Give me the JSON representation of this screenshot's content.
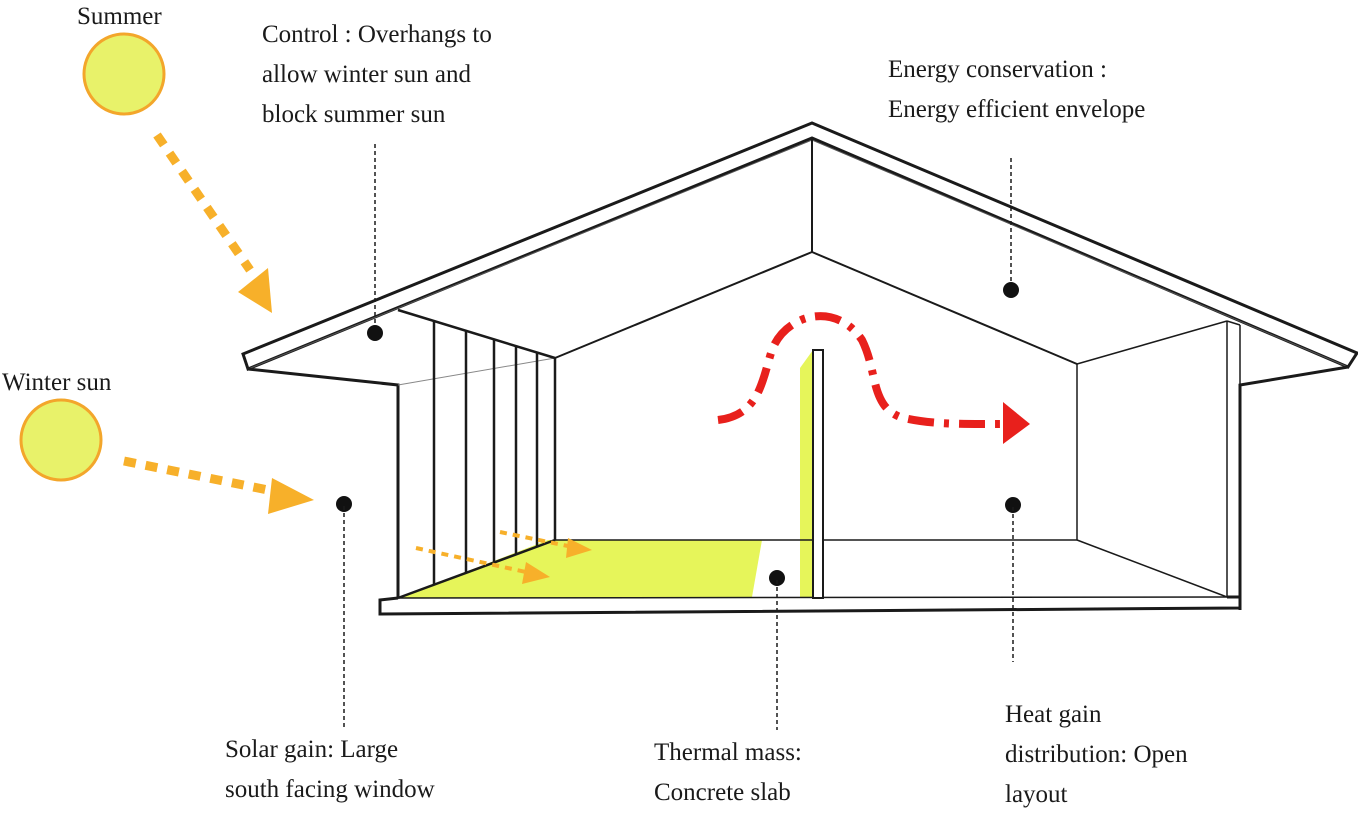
{
  "labels": {
    "summer": "Summer",
    "winter_sun": "Winter sun",
    "control": [
      "Control : Overhangs to",
      "allow winter sun and",
      "block summer sun"
    ],
    "energy": [
      "Energy conservation :",
      "Energy efficient envelope"
    ],
    "solar": [
      "Solar gain: Large",
      "south facing window"
    ],
    "thermal": [
      "Thermal mass:",
      "Concrete slab"
    ],
    "heat": [
      "Heat gain",
      "distribution: Open",
      "layout"
    ]
  },
  "colors": {
    "sun_fill": "#e8f26a",
    "sun_stroke": "#f3a62b",
    "arrow_orange": "#f7b02a",
    "arrow_red": "#e8201c",
    "slab_highlight": "#e6f55a",
    "line": "#1a1a1a"
  }
}
